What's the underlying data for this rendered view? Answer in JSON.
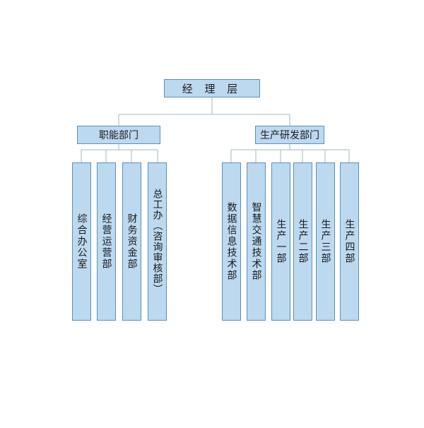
{
  "diagram": {
    "root": {
      "label": "经 理 层"
    },
    "departments": [
      {
        "label": "职能部门",
        "units": [
          {
            "label": "综合办公室"
          },
          {
            "label": "经营运营部"
          },
          {
            "label": "财务资金部"
          },
          {
            "label": "总工办（咨询审核部）"
          }
        ]
      },
      {
        "label": "生产研发部门",
        "units": [
          {
            "label": "数据信息技术部"
          },
          {
            "label": "智慧交通技术部"
          },
          {
            "label": "生产一部"
          },
          {
            "label": "生产二部"
          },
          {
            "label": "生产三部"
          },
          {
            "label": "生产四部"
          }
        ]
      }
    ]
  }
}
